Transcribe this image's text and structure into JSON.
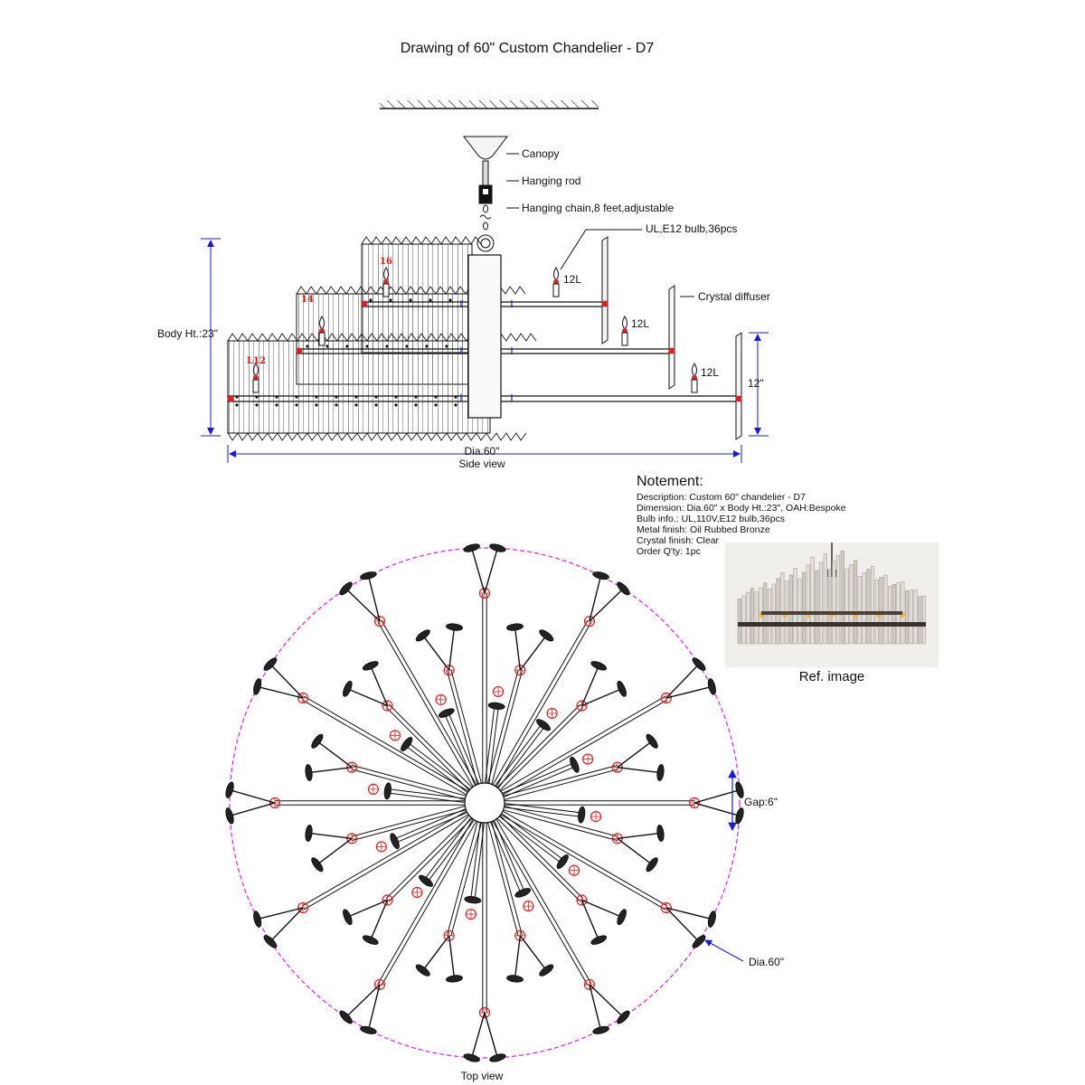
{
  "title": "Drawing of 60\" Custom Chandelier - D7",
  "side_view": {
    "labels": {
      "canopy": "Canopy",
      "hanging_rod": "Hanging rod",
      "hanging_chain": "Hanging chain,8 feet,adjustable",
      "bulb": "UL,E12 bulb,36pcs",
      "crystal_diffuser": "Crystal diffuser",
      "tier_top_lights": "12L",
      "tier_mid_lights": "12L",
      "tier_bottom_lights": "12L",
      "body_height": "Body Ht.:23\"",
      "bottom_height": "12\"",
      "diameter": "Dia.60\"",
      "caption": "Side view",
      "marker_top": "16",
      "marker_mid": "14",
      "marker_bottom": "L12"
    }
  },
  "notes": {
    "heading": "Notement:",
    "lines": [
      "Description: Custom 60\" chandelier - D7",
      "Dimension: Dia.60\" x Body Ht.:23\", OAH:Bespoke",
      "Bulb info.: UL,110V,E12 bulb,36pcs",
      "Metal finish: Oil Rubbed Bronze",
      "Crystal finish: Clear",
      "Order Q'ty: 1pc"
    ]
  },
  "ref_image": {
    "caption": "Ref. image"
  },
  "top_view": {
    "gap_label": "Gap:6\"",
    "diameter_label": "Dia.60\"",
    "caption": "Top view",
    "arm_count": 36
  },
  "colors": {
    "line": "#111111",
    "dimension": "#1a1adb",
    "outline_circle": "#e020e0",
    "bulb": "#e02020"
  }
}
